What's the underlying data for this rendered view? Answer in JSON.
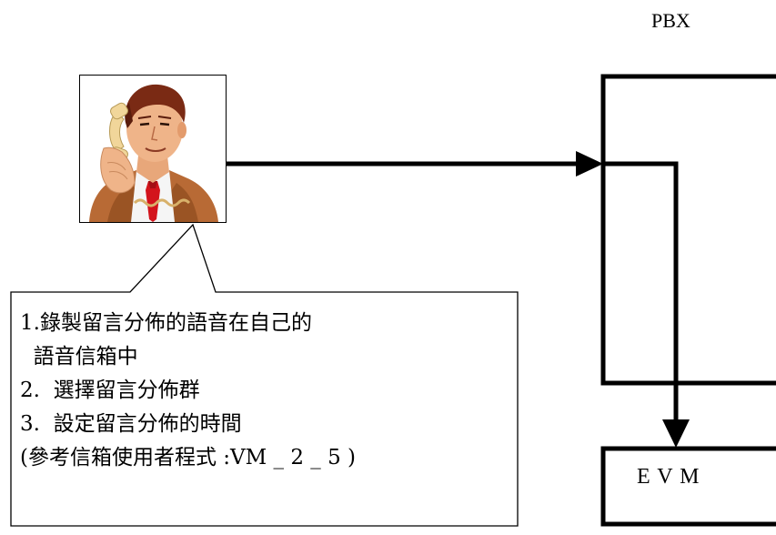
{
  "pbx_label": "PBX",
  "callout": {
    "line1": "1.錄製留言分佈的語音在自己的",
    "line2": "  語音信箱中",
    "line3": "2.  選擇留言分佈群",
    "line4": "3.  設定留言分佈的時間",
    "line5": "(參考信箱使用者程式 :VM _ 2 _ 5 )"
  },
  "evm_label": "E V M",
  "icons": {
    "caller": "man-on-phone-icon"
  },
  "colors": {
    "stroke": "#000000",
    "background": "#ffffff"
  }
}
